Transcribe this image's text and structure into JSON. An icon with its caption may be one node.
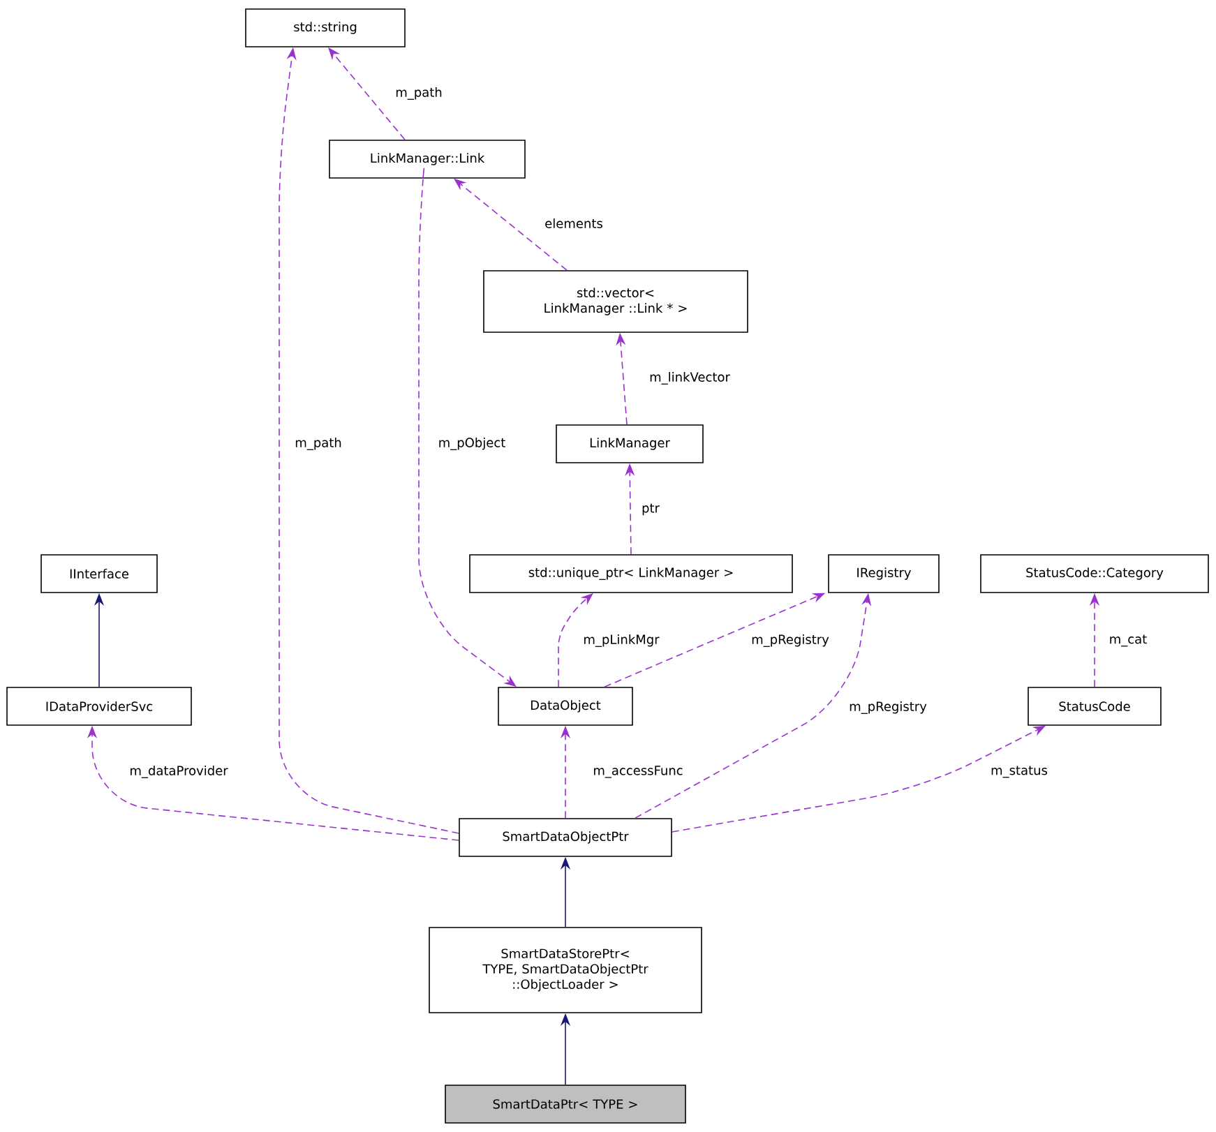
{
  "diagram": {
    "nodes": [
      {
        "text": [
          "std::string"
        ]
      },
      {
        "text": [
          "LinkManager::Link"
        ]
      },
      {
        "text": [
          "std::vector< LinkManager ::Link * >"
        ]
      },
      {
        "text": [
          "LinkManager"
        ]
      },
      {
        "text": [
          "IInterface"
        ]
      },
      {
        "text": [
          "std::unique_ptr< LinkManager >"
        ]
      },
      {
        "text": [
          "IRegistry"
        ]
      },
      {
        "text": [
          "StatusCode::Category"
        ]
      },
      {
        "text": [
          "IDataProviderSvc"
        ]
      },
      {
        "text": [
          "DataObject"
        ]
      },
      {
        "text": [
          "StatusCode"
        ]
      },
      {
        "text": [
          "SmartDataObjectPtr"
        ]
      },
      {
        "text": [
          "SmartDataStorePtr< TYPE, SmartDataObjectPtr ::ObjectLoader >"
        ]
      },
      {
        "text": [
          "SmartDataPtr< TYPE >"
        ]
      }
    ],
    "edges": [
      {
        "from": 1,
        "to": 0,
        "arrow": "to",
        "label": "m_path",
        "style": "dashed"
      },
      {
        "from": 2,
        "to": 1,
        "arrow": "to",
        "label": "elements",
        "style": "dashed"
      },
      {
        "from": 3,
        "to": 2,
        "arrow": "to",
        "label": "m_linkVector",
        "style": "dashed"
      },
      {
        "from": 5,
        "to": 3,
        "arrow": "to",
        "label": "ptr",
        "style": "dashed"
      },
      {
        "from": 8,
        "to": 4,
        "arrow": "to",
        "color": "#191970"
      },
      {
        "from": 1,
        "to": 9,
        "arrow": "to",
        "label": "m_pObject",
        "style": "dashed"
      },
      {
        "from": 9,
        "to": 5,
        "arrow": "to",
        "label": "m_pLinkMgr",
        "style": "dashed"
      },
      {
        "from": 9,
        "to": 6,
        "arrow": "to",
        "label": "m_pRegistry",
        "style": "dashed"
      },
      {
        "from": 10,
        "to": 7,
        "arrow": "to",
        "label": "m_cat",
        "style": "dashed"
      },
      {
        "from": 11,
        "to": 0,
        "arrow": "to",
        "label": "m_path",
        "style": "dashed"
      },
      {
        "from": 11,
        "to": 8,
        "arrow": "to",
        "label": "m_dataProvider",
        "style": "dashed"
      },
      {
        "from": 11,
        "to": 9,
        "arrow": "to",
        "label": "m_accessFunc",
        "style": "dashed"
      },
      {
        "from": 11,
        "to": 6,
        "arrow": "to",
        "label": "m_pRegistry",
        "style": "dashed"
      },
      {
        "from": 11,
        "to": 10,
        "arrow": "to",
        "label": "m_status",
        "style": "dashed"
      },
      {
        "from": 12,
        "to": 11,
        "arrow": "to",
        "color": "#191970"
      },
      {
        "from": 13,
        "to": 12,
        "arrow": "to",
        "color": "#191970"
      }
    ]
  }
}
